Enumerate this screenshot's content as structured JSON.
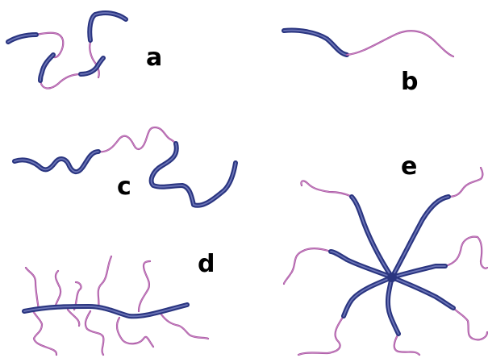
{
  "panels": {
    "a": {
      "label": "a"
    },
    "b": {
      "label": "b"
    },
    "c": {
      "label": "c"
    },
    "d": {
      "label": "d"
    },
    "e": {
      "label": "e"
    }
  },
  "colors": {
    "hard_block": "#2a3580",
    "hard_block_highlight": "#7d86c6",
    "soft_block": "#a0479a",
    "soft_block_highlight": "#d69ad0",
    "label": "#000000",
    "background": "#ffffff"
  }
}
